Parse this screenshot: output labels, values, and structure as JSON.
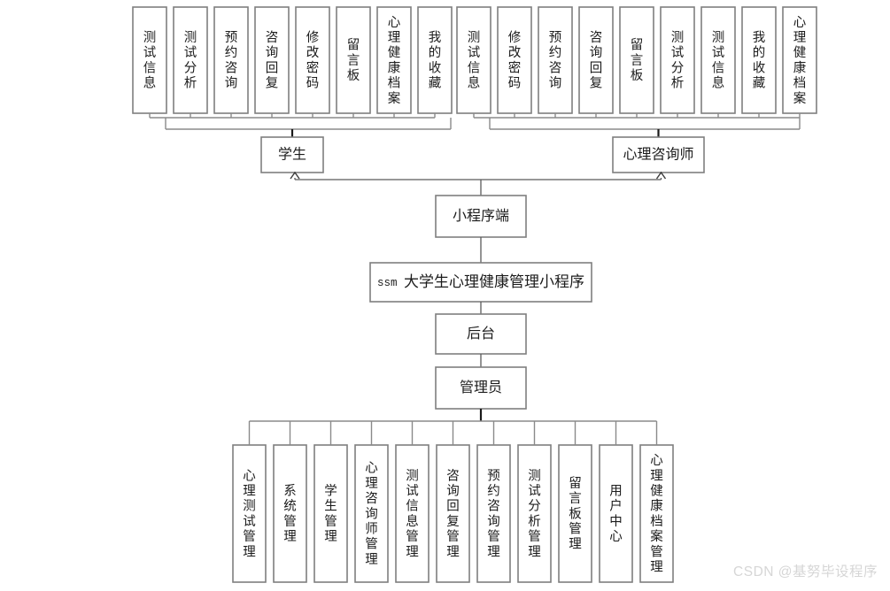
{
  "diagram": {
    "title_node": {
      "prefix": "ssm",
      "label": "大学生心理健康管理小程序"
    },
    "frontend_node": {
      "label": "小程序端"
    },
    "backend_node": {
      "label": "后台"
    },
    "admin_node": {
      "label": "管理员"
    },
    "student_node": {
      "label": "学生"
    },
    "counselor_node": {
      "label": "心理咨询师"
    },
    "student_features": [
      {
        "label": "测试信息"
      },
      {
        "label": "测试分析"
      },
      {
        "label": "预约咨询"
      },
      {
        "label": "咨询回复"
      },
      {
        "label": "修改密码"
      },
      {
        "label": "留言板"
      },
      {
        "label": "心理健康档案"
      },
      {
        "label": "我的收藏"
      }
    ],
    "counselor_features": [
      {
        "label": "测试信息"
      },
      {
        "label": "修改密码"
      },
      {
        "label": "预约咨询"
      },
      {
        "label": "咨询回复"
      },
      {
        "label": "留言板"
      },
      {
        "label": "测试分析"
      },
      {
        "label": "测试信息"
      },
      {
        "label": "我的收藏"
      },
      {
        "label": "心理健康档案"
      }
    ],
    "admin_features": [
      {
        "label": "心理测试管理"
      },
      {
        "label": "系统管理"
      },
      {
        "label": "学生管理"
      },
      {
        "label": "心理咨询师管理"
      },
      {
        "label": "测试信息管理"
      },
      {
        "label": "咨询回复管理"
      },
      {
        "label": "预约咨询管理"
      },
      {
        "label": "测试分析管理"
      },
      {
        "label": "留言板管理"
      },
      {
        "label": "用户中心"
      },
      {
        "label": "心理健康档案管理"
      }
    ],
    "colors": {
      "node_border": "#7f7f7f",
      "connector": "#5a5a5a",
      "background": "#ffffff",
      "text": "#1c1c1c",
      "watermark": "#d6d6d6"
    }
  },
  "watermark": {
    "text": "CSDN @基努毕设程序"
  }
}
